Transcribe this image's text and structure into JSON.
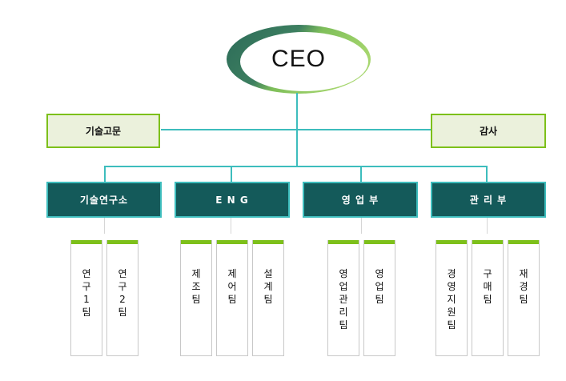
{
  "ceo": {
    "label": "CEO"
  },
  "advisors": [
    {
      "label": "기술고문"
    },
    {
      "label": "감사"
    }
  ],
  "departments": [
    {
      "label": "기술연구소",
      "teams": [
        {
          "label": "연\n구\n1\n팀"
        },
        {
          "label": "연\n구\n2\n팀"
        }
      ]
    },
    {
      "label": "E N G",
      "teams": [
        {
          "label": "제\n조\n팀"
        },
        {
          "label": "제\n어\n팀"
        },
        {
          "label": "설\n계\n팀"
        }
      ]
    },
    {
      "label": "영 업 부",
      "teams": [
        {
          "label": "영\n업\n관\n리\n팀"
        },
        {
          "label": "영\n업\n팀"
        }
      ]
    },
    {
      "label": "관 리 부",
      "teams": [
        {
          "label": "경\n영\n지\n원\n팀"
        },
        {
          "label": "구\n매\n팀"
        },
        {
          "label": "재\n경\n팀"
        }
      ]
    }
  ],
  "colors": {
    "dept_fill": "#145a5a",
    "connector": "#3dbdbd",
    "accent_green": "#7dc01a",
    "advisor_fill": "#ebf1dc",
    "ceo_ring_dark": "#2e6e5e",
    "ceo_ring_light": "#9fd06a"
  }
}
